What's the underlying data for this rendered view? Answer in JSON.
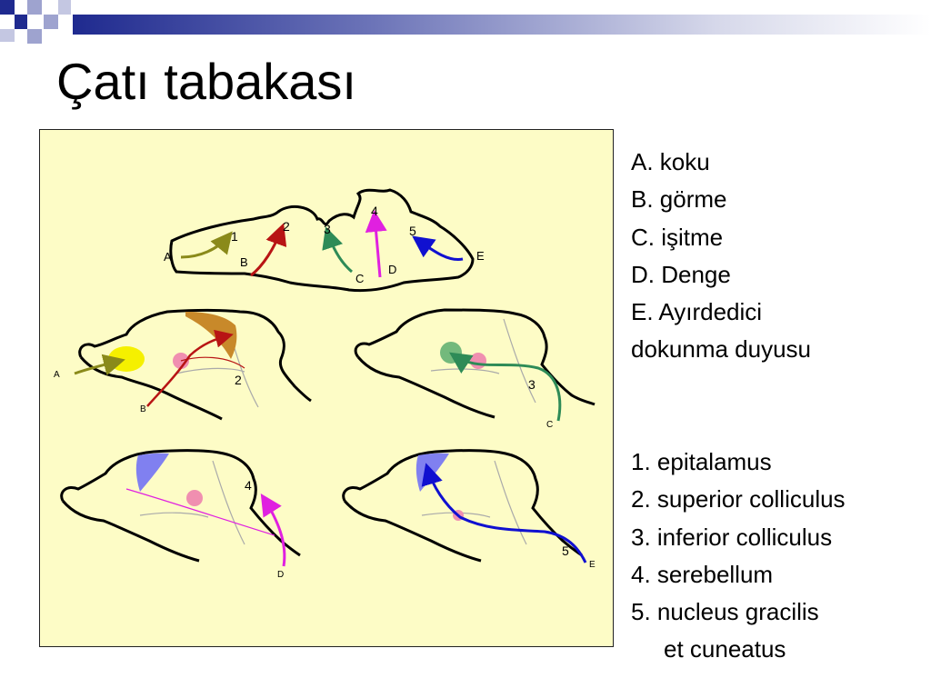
{
  "slide": {
    "title": "Çatı tabakası",
    "accent_color": "#1f2a8f"
  },
  "legend_letters": {
    "items": [
      "A. koku",
      "B. görme",
      "C. işitme",
      "D. Denge",
      "E. Ayırdedici",
      "dokunma duyusu"
    ]
  },
  "legend_numbers": {
    "items": [
      "1. epitalamus",
      "2. superior colliculus",
      "3. inferior colliculus",
      "4. serebellum",
      "5. nucleus gracilis",
      "et cuneatus"
    ]
  },
  "diagram": {
    "top_numbers": [
      "1",
      "2",
      "3",
      "4",
      "5"
    ],
    "top_letters": [
      "A",
      "B",
      "C",
      "D",
      "E"
    ],
    "panel_olfactory_visual": {
      "letter_a": "A",
      "letter_b": "B",
      "number": "2"
    },
    "panel_auditory": {
      "letter": "C",
      "number": "3"
    },
    "panel_vestibular": {
      "letter": "D",
      "number": "4"
    },
    "panel_somatosensory": {
      "letter": "E",
      "number": "5"
    },
    "colors": {
      "olfactory": "#8a8a1a",
      "visual": "#b81414",
      "auditory": "#2e8b57",
      "vestibular": "#e020e0",
      "somatosensory": "#1010d0",
      "tectum": "#c8892a",
      "cerebellum_patch": "#8080f0",
      "olfactory_patch": "#f5f000",
      "nucleus_pink": "#f08fb0"
    }
  }
}
